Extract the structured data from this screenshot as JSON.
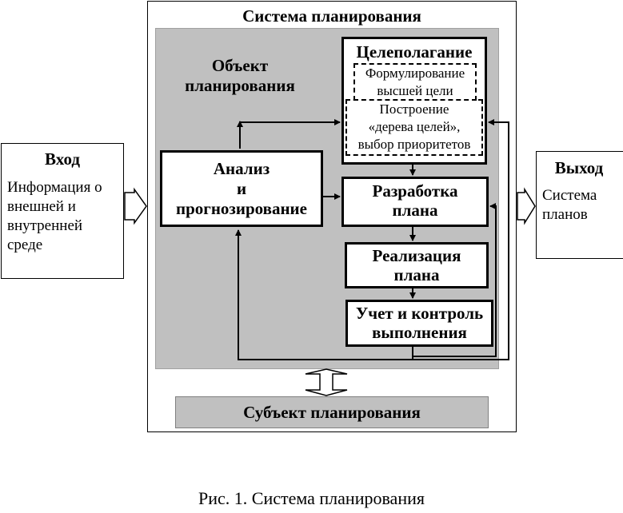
{
  "diagram": {
    "system_title": "Система планирования",
    "object_title_line1": "Объект",
    "object_title_line2": "планирования",
    "goal": {
      "title": "Целеполагание",
      "sub1_line1": "Формулирование",
      "sub1_line2": "высшей цели",
      "sub2_line1": "Построение",
      "sub2_line2": "«дерева целей»,",
      "sub2_line3": "выбор приоритетов"
    },
    "analysis": {
      "line1": "Анализ",
      "line2": "и",
      "line3": "прогнозирование"
    },
    "development": {
      "line1": "Разработка",
      "line2": "плана"
    },
    "implementation": {
      "line1": "Реализация",
      "line2": "плана"
    },
    "control": {
      "line1": "Учет и контроль",
      "line2": "выполнения"
    },
    "subject": "Субъект планирования",
    "input": {
      "title": "Вход",
      "line1": "Информация о",
      "line2": "внешней и",
      "line3": "внутренней",
      "line4": "среде"
    },
    "output": {
      "title": "Выход",
      "line1": "Система",
      "line2": "планов"
    },
    "caption": "Рис. 1. Система планирования"
  }
}
